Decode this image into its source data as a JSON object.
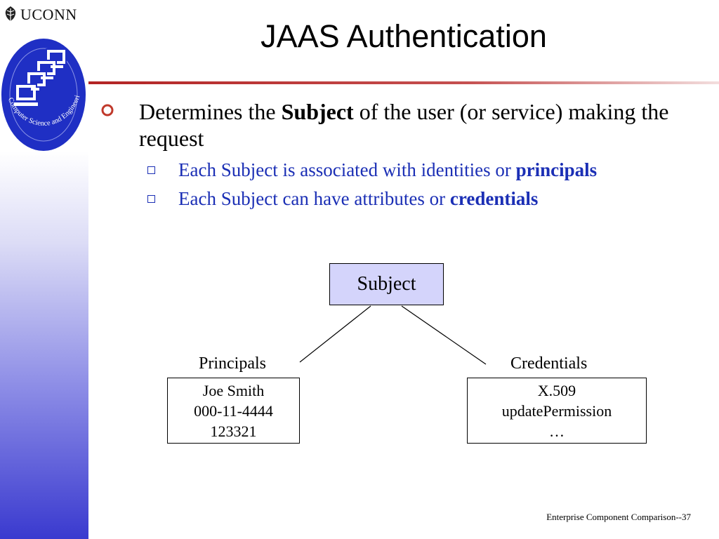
{
  "header": {
    "brand": "UCONN",
    "seal_text": "Computer Science and Engineering",
    "title": "JAAS Authentication"
  },
  "bullets": {
    "main": {
      "pre": "Determines the ",
      "bold": "Subject",
      "post": " of the user (or service) making the request"
    },
    "sub": [
      {
        "pre": "Each Subject is associated with identities or ",
        "bold": "principals"
      },
      {
        "pre": "Each Subject can have attributes or ",
        "bold": "credentials"
      }
    ]
  },
  "diagram": {
    "root": "Subject",
    "left_label": "Principals",
    "right_label": "Credentials",
    "principals": [
      "Joe Smith",
      "000-11-4444",
      "123321"
    ],
    "credentials": [
      "X.509",
      "updatePermission",
      "…"
    ]
  },
  "footer": "Enterprise Component Comparison--37",
  "colors": {
    "accent_blue": "#1b2fb5",
    "rule_red": "#b32424",
    "subject_fill": "#d4d4fb"
  }
}
